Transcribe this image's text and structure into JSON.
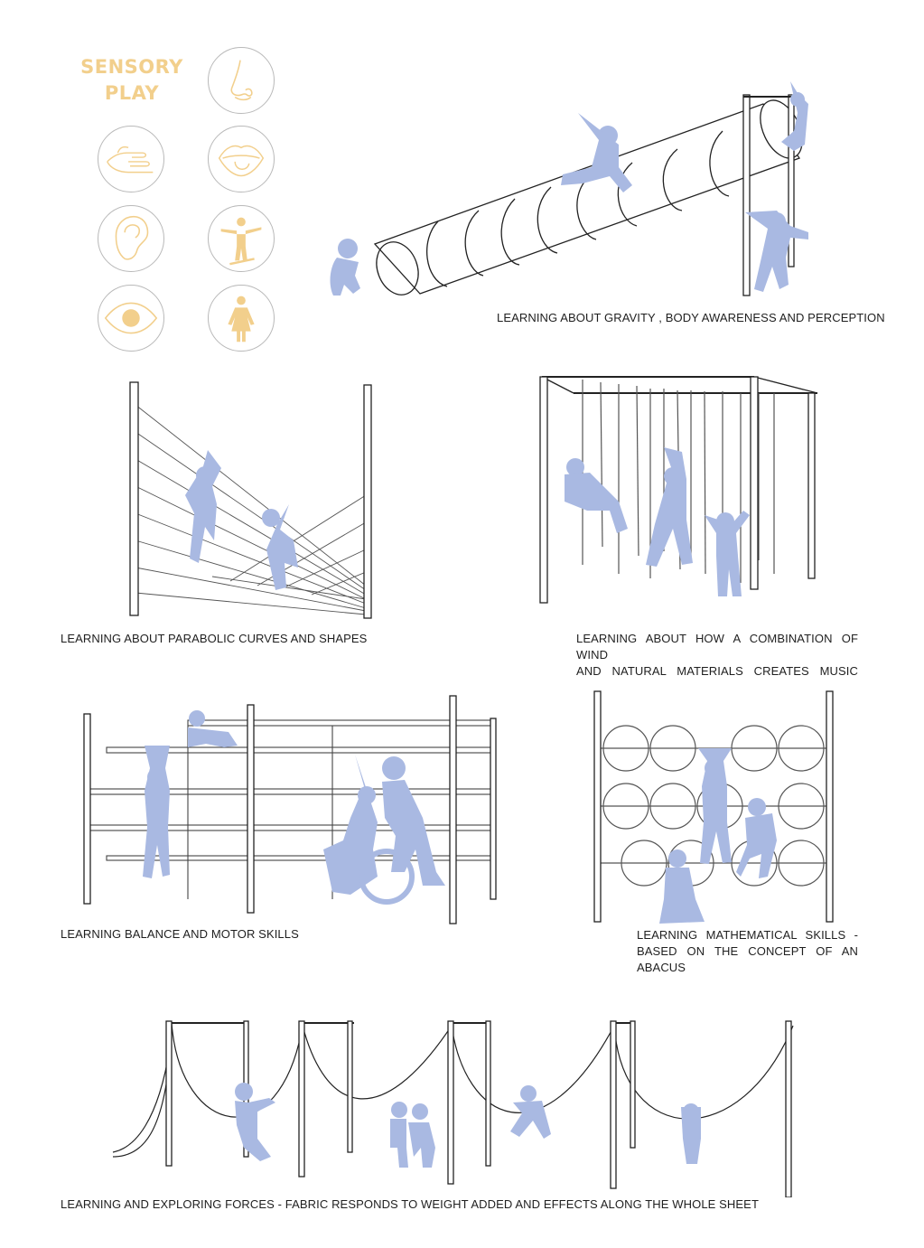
{
  "sensory_play": {
    "title_line1": "SENSORY",
    "title_line2": "PLAY",
    "icons": [
      "nose-icon",
      "hand-icon",
      "mouth-icon",
      "ear-icon",
      "balancing-child-icon",
      "eye-icon",
      "standing-child-icon"
    ]
  },
  "colors": {
    "accent": "#f2cf8c",
    "silhouette": "#a9b9e2",
    "line": "#222222"
  },
  "captions": {
    "slide": "LEARNING ABOUT GRAVITY , BODY AWARENESS AND PERCEPTION",
    "curves": "LEARNING ABOUT PARABOLIC CURVES AND SHAPES",
    "music_line1": "LEARNING ABOUT HOW A COMBINATION OF WIND",
    "music_line2": "AND NATURAL MATERIALS CREATES MUSIC",
    "balance": "LEARNING BALANCE AND MOTOR SKILLS",
    "abacus_line1": "LEARNING MATHEMATICAL SKILLS -",
    "abacus_line2": "BASED ON THE CONCEPT OF AN ABACUS",
    "fabric": "LEARNING AND EXPLORING FORCES - FABRIC RESPONDS TO WEIGHT ADDED AND EFFECTS ALONG THE WHOLE SHEET"
  }
}
